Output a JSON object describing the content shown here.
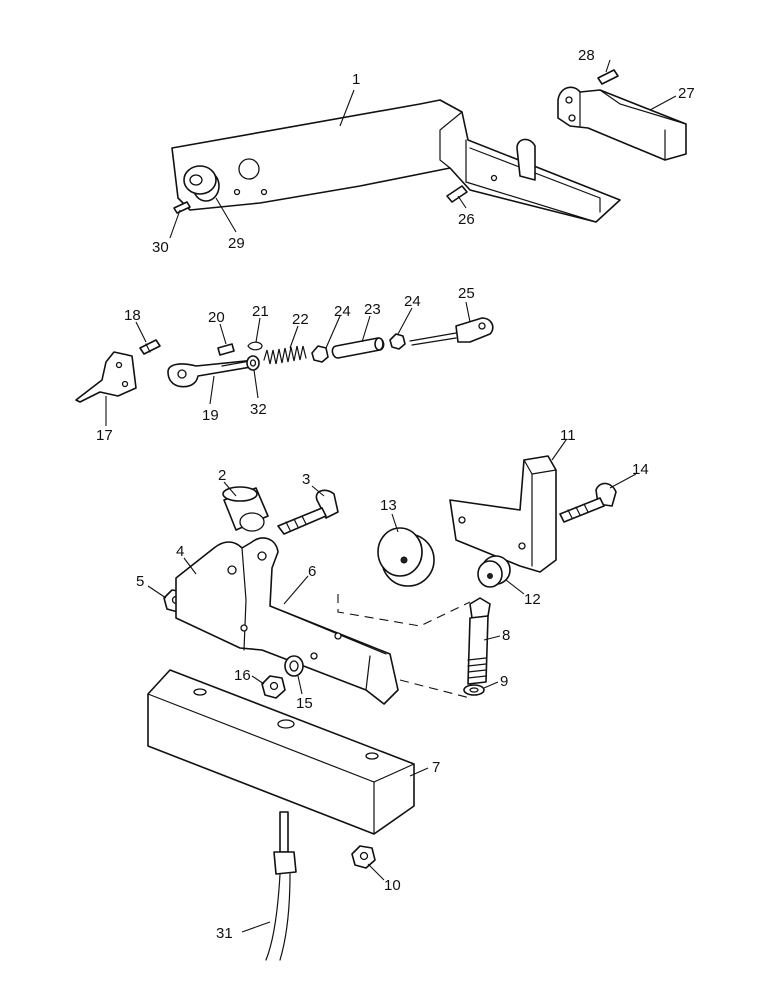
{
  "callouts": {
    "c1": "1",
    "c2": "2",
    "c3": "3",
    "c4": "4",
    "c5": "5",
    "c6": "6",
    "c7": "7",
    "c8": "8",
    "c9": "9",
    "c10": "10",
    "c11": "11",
    "c12": "12",
    "c13": "13",
    "c14": "14",
    "c15": "15",
    "c16": "16",
    "c17": "17",
    "c18": "18",
    "c19": "19",
    "c20": "20",
    "c21": "21",
    "c22": "22",
    "c23": "23",
    "c24a": "24",
    "c24b": "24",
    "c25": "25",
    "c26": "26",
    "c27": "27",
    "c28": "28",
    "c29": "29",
    "c30": "30",
    "c31": "31",
    "c32": "32"
  }
}
